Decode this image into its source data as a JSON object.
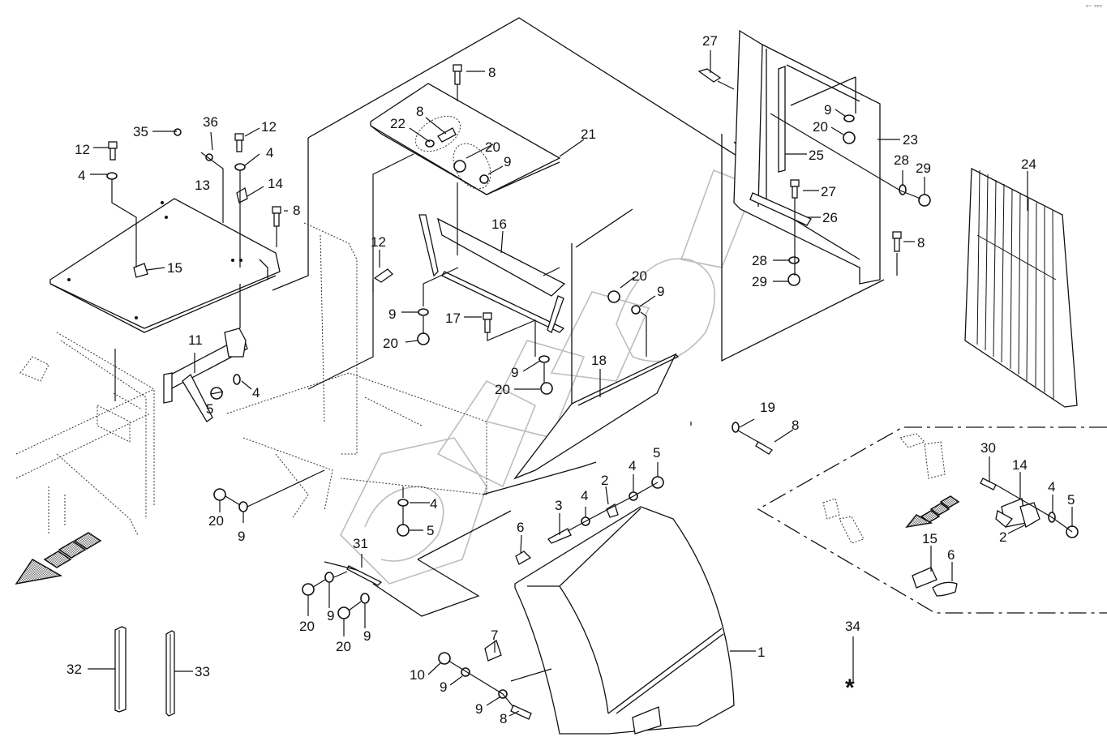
{
  "diagram": {
    "type": "exploded-parts-diagram",
    "corner_mark": "ᵒ⁼ ᵒᵒᵒ",
    "watermark": "СБИБОН",
    "direction_arrow": "travel-direction-arrow",
    "detail_inset": "dash-dot boundary with alternate bracket set",
    "callouts": [
      {
        "id": "c1",
        "label": "1",
        "part": "side panel door"
      },
      {
        "id": "c2a",
        "label": "2"
      },
      {
        "id": "c2b",
        "label": "2"
      },
      {
        "id": "c3",
        "label": "3"
      },
      {
        "id": "c4a",
        "label": "4"
      },
      {
        "id": "c4b",
        "label": "4"
      },
      {
        "id": "c4c",
        "label": "4"
      },
      {
        "id": "c4d",
        "label": "4"
      },
      {
        "id": "c4e",
        "label": "4"
      },
      {
        "id": "c4f",
        "label": "4"
      },
      {
        "id": "c4g",
        "label": "4"
      },
      {
        "id": "c5a",
        "label": "5"
      },
      {
        "id": "c5b",
        "label": "5"
      },
      {
        "id": "c5c",
        "label": "5"
      },
      {
        "id": "c5d",
        "label": "5"
      },
      {
        "id": "c6a",
        "label": "6"
      },
      {
        "id": "c6b",
        "label": "6"
      },
      {
        "id": "c7",
        "label": "7"
      },
      {
        "id": "c8a",
        "label": "8"
      },
      {
        "id": "c8b",
        "label": "8"
      },
      {
        "id": "c8c",
        "label": "8"
      },
      {
        "id": "c8d",
        "label": "8"
      },
      {
        "id": "c8e",
        "label": "8"
      },
      {
        "id": "c8f",
        "label": "8"
      },
      {
        "id": "c9",
        "label": "9"
      },
      {
        "id": "c10",
        "label": "10"
      },
      {
        "id": "c11",
        "label": "11"
      },
      {
        "id": "c12a",
        "label": "12"
      },
      {
        "id": "c12b",
        "label": "12"
      },
      {
        "id": "c12c",
        "label": "12"
      },
      {
        "id": "c13",
        "label": "13"
      },
      {
        "id": "c14a",
        "label": "14"
      },
      {
        "id": "c14b",
        "label": "14"
      },
      {
        "id": "c15a",
        "label": "15"
      },
      {
        "id": "c15b",
        "label": "15"
      },
      {
        "id": "c16",
        "label": "16"
      },
      {
        "id": "c17",
        "label": "17"
      },
      {
        "id": "c18",
        "label": "18"
      },
      {
        "id": "c19",
        "label": "19"
      },
      {
        "id": "c20",
        "label": "20"
      },
      {
        "id": "c21",
        "label": "21"
      },
      {
        "id": "c22",
        "label": "22"
      },
      {
        "id": "c23",
        "label": "23"
      },
      {
        "id": "c24",
        "label": "24"
      },
      {
        "id": "c25",
        "label": "25"
      },
      {
        "id": "c26",
        "label": "26"
      },
      {
        "id": "c27a",
        "label": "27"
      },
      {
        "id": "c27b",
        "label": "27"
      },
      {
        "id": "c28a",
        "label": "28"
      },
      {
        "id": "c28b",
        "label": "28"
      },
      {
        "id": "c29a",
        "label": "29"
      },
      {
        "id": "c29b",
        "label": "29"
      },
      {
        "id": "c30",
        "label": "30"
      },
      {
        "id": "c31",
        "label": "31"
      },
      {
        "id": "c32",
        "label": "32"
      },
      {
        "id": "c33",
        "label": "33"
      },
      {
        "id": "c34",
        "label": "34"
      },
      {
        "id": "c35",
        "label": "35"
      },
      {
        "id": "c36",
        "label": "36"
      }
    ],
    "labels": {
      "n1": "1",
      "n2": "2",
      "n3": "3",
      "n4": "4",
      "n5": "5",
      "n6": "6",
      "n7": "7",
      "n8": "8",
      "n9": "9",
      "n10": "10",
      "n11": "11",
      "n12": "12",
      "n13": "13",
      "n14": "14",
      "n15": "15",
      "n16": "16",
      "n17": "17",
      "n18": "18",
      "n19": "19",
      "n20": "20",
      "n21": "21",
      "n22": "22",
      "n23": "23",
      "n24": "24",
      "n25": "25",
      "n26": "26",
      "n27": "27",
      "n28": "28",
      "n29": "29",
      "n30": "30",
      "n31": "31",
      "n32": "32",
      "n33": "33",
      "n34": "34",
      "n35": "35",
      "n36": "36",
      "star": "*"
    }
  }
}
